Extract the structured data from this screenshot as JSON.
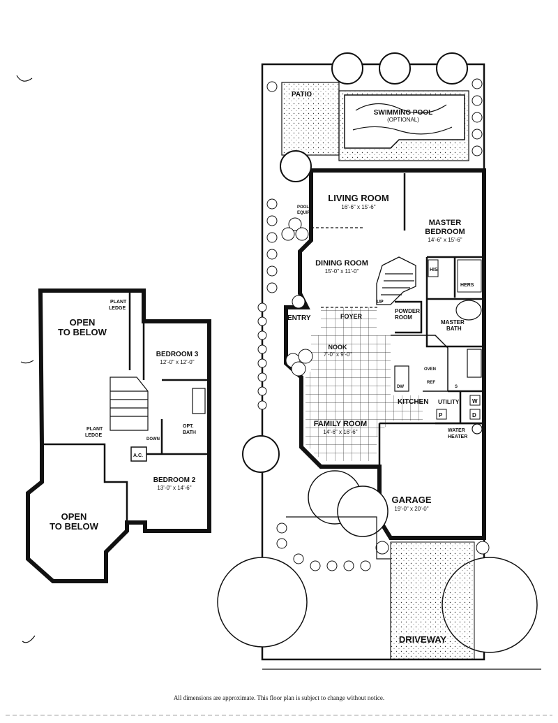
{
  "first_floor": {
    "patio": "PATIO",
    "pool": {
      "label": "SWIMMING POOL",
      "note": "(OPTIONAL)"
    },
    "pool_equip": {
      "line1": "POOL",
      "line2": "EQUIP"
    },
    "living_room": {
      "label": "LIVING ROOM",
      "dim": "16'-6\" x 15'-6\""
    },
    "master_bedroom": {
      "line1": "MASTER",
      "line2": "BEDROOM",
      "dim": "14'-6\" x 15'-6\""
    },
    "dining_room": {
      "label": "DINING ROOM",
      "dim": "15'-0\" x 11'-0\""
    },
    "his": "HIS",
    "hers": "HERS",
    "up": "UP",
    "entry": "ENTRY",
    "foyer": "FOYER",
    "powder_room": {
      "line1": "POWDER",
      "line2": "ROOM"
    },
    "master_bath": {
      "line1": "MASTER",
      "line2": "BATH"
    },
    "nook": {
      "label": "NOOK",
      "dim": "7'-0\" x 9'-0\""
    },
    "oven": "OVEN",
    "dw": "DW",
    "ref": "REF",
    "s": "S",
    "w": "W",
    "d": "D",
    "p": "P",
    "kitchen": "KITCHEN",
    "utility": "UTILITY",
    "water_heater": {
      "line1": "WATER",
      "line2": "HEATER"
    },
    "family_room": {
      "label": "FAMILY ROOM",
      "dim": "14'-6\" x 16'-6\""
    },
    "garage": {
      "label": "GARAGE",
      "dim": "19'-0\" x 20'-0\""
    },
    "driveway": "DRIVEWAY"
  },
  "second_floor": {
    "plant_ledge_top": {
      "line1": "PLANT",
      "line2": "LEDGE"
    },
    "open_to_below_top": {
      "line1": "OPEN",
      "line2": "TO BELOW"
    },
    "bedroom3": {
      "label": "BEDROOM 3",
      "dim": "12'-0\" x 12'-0\""
    },
    "plant_ledge_mid": {
      "line1": "PLANT",
      "line2": "LEDGE"
    },
    "down": "DOWN",
    "opt_bath": {
      "line1": "OPT.",
      "line2": "BATH"
    },
    "ac": "A.C.",
    "bedroom2": {
      "label": "BEDROOM 2",
      "dim": "13'-0\" x 14'-6\""
    },
    "open_to_below_bottom": {
      "line1": "OPEN",
      "line2": "TO BELOW"
    }
  },
  "footer": {
    "note": "All dimensions are approximate. This floor plan is subject to change without notice."
  }
}
